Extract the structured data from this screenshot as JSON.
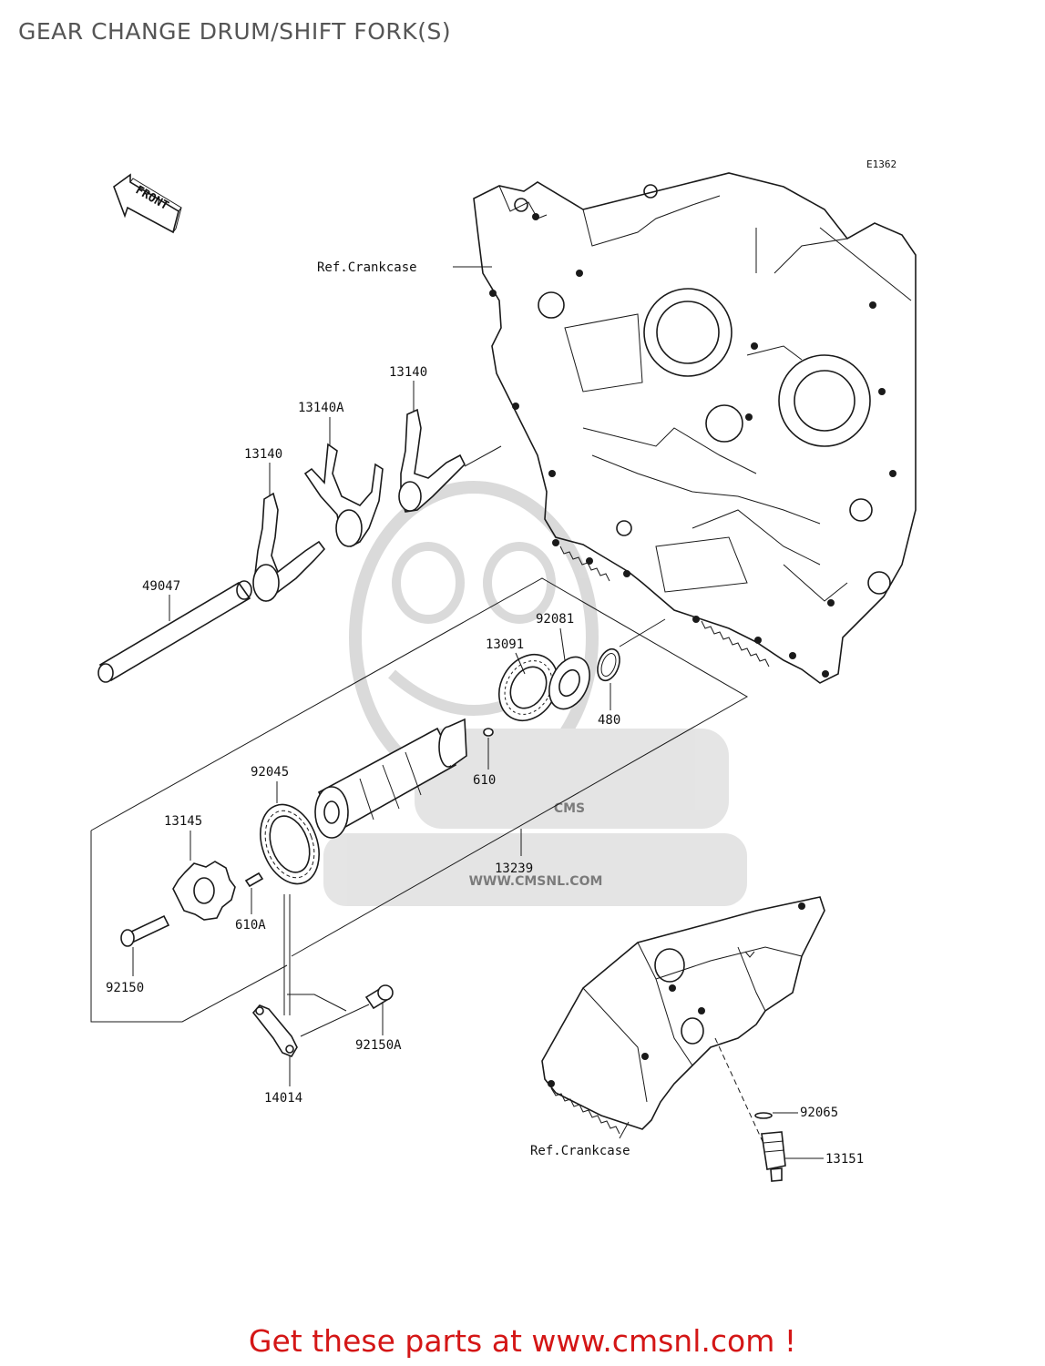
{
  "title": "GEAR CHANGE DRUM/SHIFT FORK(S)",
  "diagram_code": "E1362",
  "front_label": "FRONT",
  "watermark": {
    "brand": "CMS",
    "url": "WWW.CMSNL.COM"
  },
  "ref_labels": [
    "Ref.Crankcase",
    "Ref.Crankcase"
  ],
  "parts": {
    "p13140_right": "13140",
    "p13140a": "13140A",
    "p13140_left": "13140",
    "p49047": "49047",
    "p13091": "13091",
    "p92081": "92081",
    "p480": "480",
    "p610": "610",
    "p92045": "92045",
    "p13145": "13145",
    "p610a": "610A",
    "p13239": "13239",
    "p92150": "92150",
    "p92150a": "92150A",
    "p14014": "14014",
    "p92065": "92065",
    "p13151": "13151"
  },
  "call_to_action": "Get these parts at www.cmsnl.com !",
  "colors": {
    "title": "#555555",
    "call_to_action": "#d41616",
    "line": "#1a1a1a",
    "watermark": "#cfcfcf"
  }
}
